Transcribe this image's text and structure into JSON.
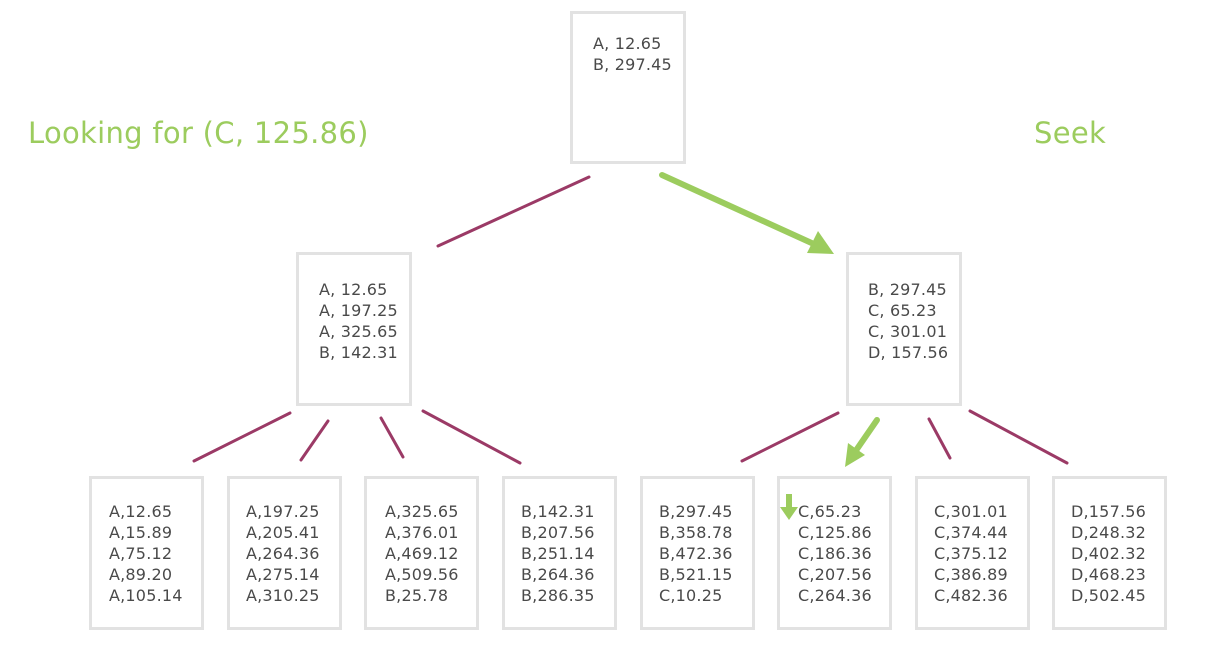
{
  "heading_left": "Looking for (C, 125.86)",
  "heading_right": "Seek",
  "colors": {
    "accent": "#9ccc5e",
    "connector": "#9b3a66",
    "node_border": "#e2e2e2",
    "text": "#4a4a4a"
  },
  "root": {
    "lines": [
      "A, 12.65",
      "B, 297.45"
    ]
  },
  "level2": [
    {
      "lines": [
        "A, 12.65",
        "A, 197.25",
        "A, 325.65",
        "B, 142.31"
      ]
    },
    {
      "lines": [
        "B, 297.45",
        "C, 65.23",
        "C, 301.01",
        "D, 157.56"
      ]
    }
  ],
  "leaves": [
    {
      "lines": [
        "A,12.65",
        "A,15.89",
        "A,75.12",
        "A,89.20",
        "A,105.14"
      ]
    },
    {
      "lines": [
        "A,197.25",
        "A,205.41",
        "A,264.36",
        "A,275.14",
        "A,310.25"
      ]
    },
    {
      "lines": [
        "A,325.65",
        "A,376.01",
        "A,469.12",
        "A,509.56",
        "B,25.78"
      ]
    },
    {
      "lines": [
        "B,142.31",
        "B,207.56",
        "B,251.14",
        "B,264.36",
        "B,286.35"
      ]
    },
    {
      "lines": [
        "B,297.45",
        "B,358.78",
        "B,472.36",
        "B,521.15",
        "C,10.25"
      ]
    },
    {
      "lines": [
        "C,65.23",
        "C,125.86",
        "C,186.36",
        "C,207.56",
        "C,264.36"
      ]
    },
    {
      "lines": [
        "C,301.01",
        "C,374.44",
        "C,375.12",
        "C,386.89",
        "C,482.36"
      ]
    },
    {
      "lines": [
        "D,157.56",
        "D,248.32",
        "D,402.32",
        "D,468.23",
        "D,502.45"
      ]
    }
  ]
}
